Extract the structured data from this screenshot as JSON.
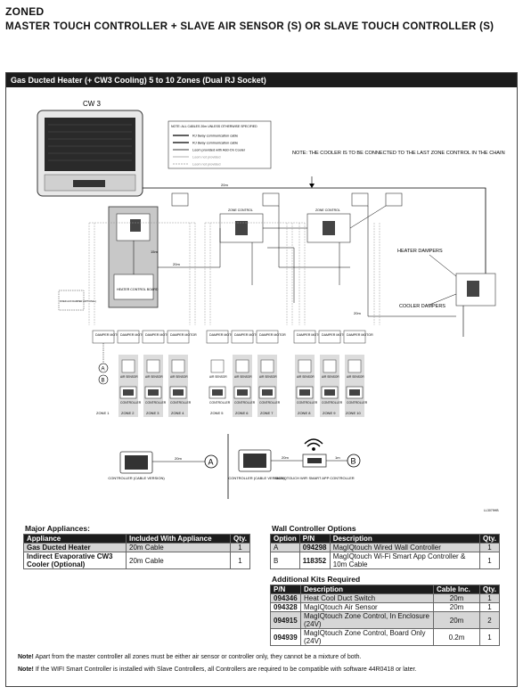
{
  "header": {
    "line1": "ZONED",
    "line2": "MASTER TOUCH CONTROLLER + SLAVE AIR SENSOR (S) OR SLAVE TOUCH CONTROLLER (S)"
  },
  "frame_title": "Gas Ducted Heater (+ CW3 Cooling) 5 to 10 Zones (Dual RJ Socket)",
  "diagram": {
    "cw3_label": "CW 3",
    "legend_title": "NOTE: ALL CABLES 20m UNLESS OTHERWISE SPECIFIED",
    "legend_items": [
      "RJ 6way communication cable",
      "RJ 8way communication cable",
      "Loom provided with Add-On Cooler",
      "Loom not provided",
      "Loom not provided"
    ],
    "cooler_note": "NOTE: THE COOLER IS TO BE CONNECTED TO THE LAST ZONE CONTROL IN THE CHAIN",
    "cable_20m": "20m",
    "cable_15m": "15m",
    "cable_1m": "1m",
    "heater_control_board": "HEATER CONTROL BOARD",
    "zone_control": "ZONE CONTROL",
    "fixed_aux": "FIXED AUX DAMPER (OPTIONAL)",
    "heater_dampers": "HEATER DAMPERS",
    "cooler_dampers": "COOLER DAMPERS",
    "damper_motor": "DAMPER MOTOR",
    "air_sensor": "AIR SENSOR",
    "controller": "CONTROLLER",
    "zones": [
      "ZONE 1",
      "ZONE 2",
      "ZONE 3",
      "ZONE 4",
      "ZONE 5",
      "ZONE 6",
      "ZONE 7",
      "ZONE 8",
      "ZONE 9",
      "ZONE 10"
    ],
    "marker_a": "A",
    "marker_b": "B",
    "ctrl_cable_label": "CONTROLLER (CABLE VERSION)",
    "wifi_label": "MAGIQTOUCH WIFI SMART APP CONTROLLER",
    "drawing_code": "LL3079HB"
  },
  "major_appliances": {
    "title": "Major Appliances:",
    "headers": [
      "Appliance",
      "Included With Appliance",
      "Qty."
    ],
    "rows": [
      [
        "Gas Ducted Heater",
        "20m Cable",
        "1"
      ],
      [
        "Indirect Evaporative CW3 Cooler (Optional)",
        "20m Cable",
        "1"
      ]
    ]
  },
  "wall_controller": {
    "title": "Wall Controller Options",
    "headers": [
      "Option",
      "P/N",
      "Description",
      "Qty."
    ],
    "rows": [
      [
        "A",
        "094298",
        "MagIQtouch Wired Wall Controller",
        "1"
      ],
      [
        "B",
        "118352",
        "MagIQtouch Wi-Fi Smart App Controller & 10m Cable",
        "1"
      ]
    ]
  },
  "additional_kits": {
    "title": "Additional Kits Required",
    "headers": [
      "P/N",
      "Description",
      "Cable Inc.",
      "Qty."
    ],
    "rows": [
      [
        "094346",
        "Heat Cool Duct Switch",
        "20m",
        "1"
      ],
      [
        "094328",
        "MagIQtouch Air Sensor",
        "20m",
        "1"
      ],
      [
        "094915",
        "MagIQtouch Zone Control, In Enclosure (24V)",
        "20m",
        "2"
      ],
      [
        "094939",
        "MagIQtouch Zone Control, Board Only (24V)",
        "0.2m",
        "1"
      ]
    ]
  },
  "notes": {
    "label": "Note!",
    "note1": "Apart from the master controller all zones must be either air sensor or controller only, they cannot be a mixture of both.",
    "note2": "If the WIFI Smart Controller is installed with Slave Controllers, all Controllers are required to be compatible with software 44R0418 or later."
  }
}
